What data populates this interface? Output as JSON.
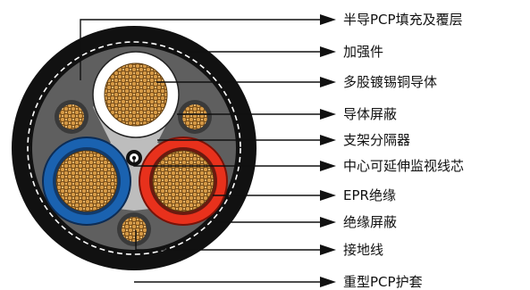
{
  "labels": [
    "半导PCP填充及覆层",
    "加强件",
    "多股镀锡铜导体",
    "导体屏蔽",
    "支架分隔器",
    "中心可延伸监视线芯",
    "EPR绝缘",
    "绝缘屏蔽",
    "接地线",
    "重型PCP护套"
  ],
  "colors": {
    "jacket": "#111111",
    "filler": "#5e5e5e",
    "spacer": "#bdbdbd",
    "copper": "#c0893d",
    "blue_insulation": "#1a62b0",
    "red_insulation": "#e8311c",
    "white_core": "#ffffff",
    "leader": "#111111"
  }
}
